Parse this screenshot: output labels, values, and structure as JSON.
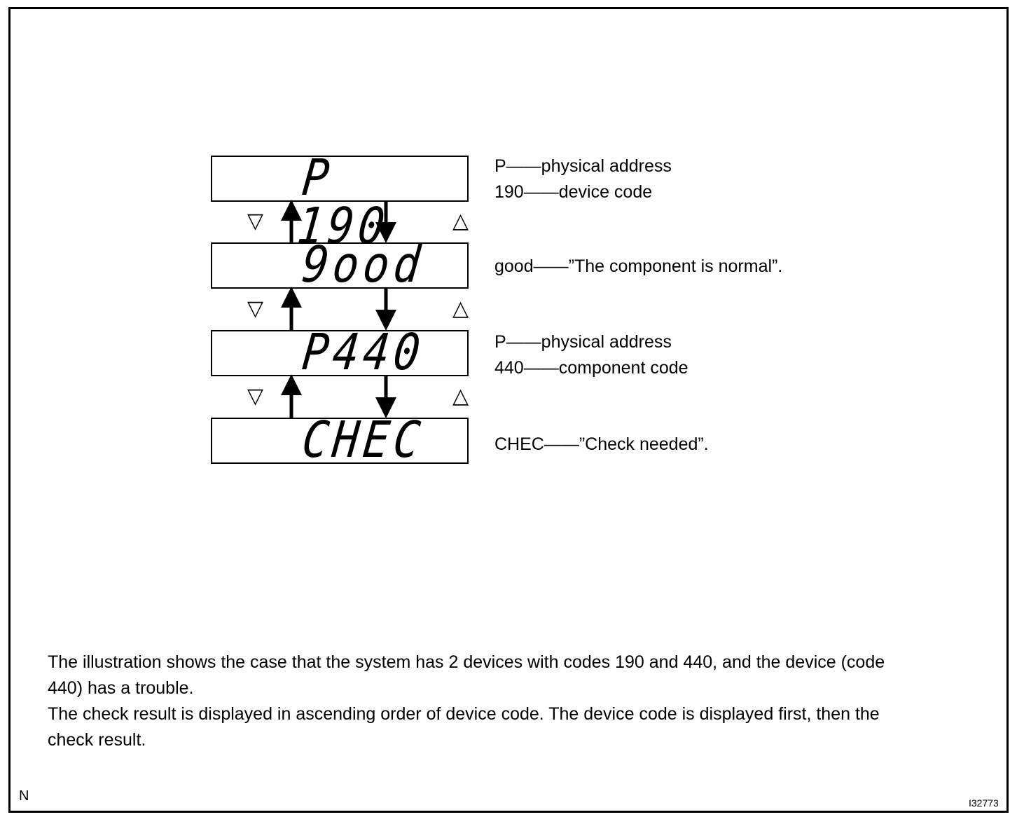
{
  "displays": [
    {
      "code": "P 190",
      "labels": [
        "P——physical address",
        "190——device code"
      ]
    },
    {
      "code": "9ood",
      "labels": [
        "good——”The component is normal”."
      ]
    },
    {
      "code": "P440",
      "labels": [
        "P——physical address",
        "440——component code"
      ]
    },
    {
      "code": "CHEC",
      "labels": [
        "CHEC——”Check needed”."
      ]
    }
  ],
  "symbols": {
    "down_button": "▽",
    "up_button": "△"
  },
  "note": [
    "The illustration shows the case that the system has 2 devices with codes 190 and 440, and the device (code",
    "440) has a trouble.",
    "The check result is displayed in ascending order of device code. The device code is displayed first, then the",
    "check result."
  ],
  "corner_left": "N",
  "corner_right": "I32773"
}
